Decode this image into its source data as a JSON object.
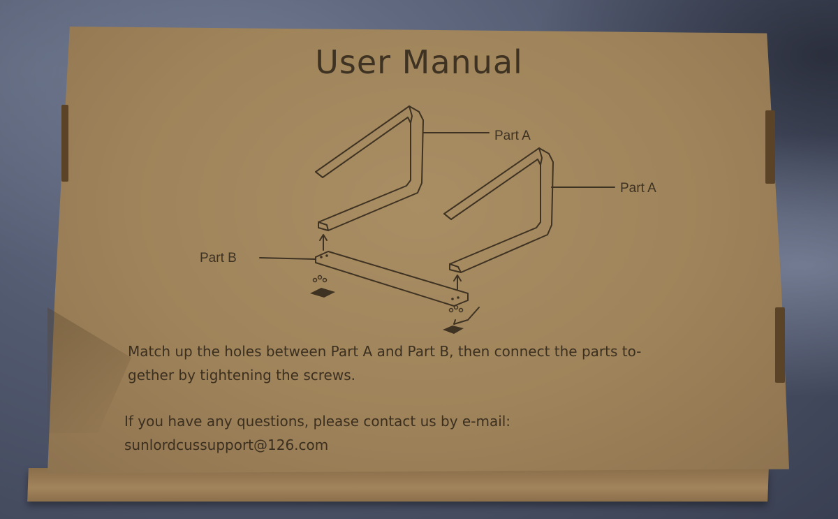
{
  "manual": {
    "title": "User Manual",
    "labels": {
      "part_a_top": "Part A",
      "part_a_right": "Part A",
      "part_b": "Part B"
    },
    "instruction_line1": "Match up the holes between Part A and Part B, then connect the parts to-",
    "instruction_line2": "gether by tightening the screws.",
    "contact_line1": "If you have any questions, please contact us by e-mail:",
    "contact_email": "sunlordcussupport@126.com"
  },
  "colors": {
    "cardboard": "#a98d63",
    "ink": "#3e3222",
    "background_fabric": "#525a70"
  }
}
